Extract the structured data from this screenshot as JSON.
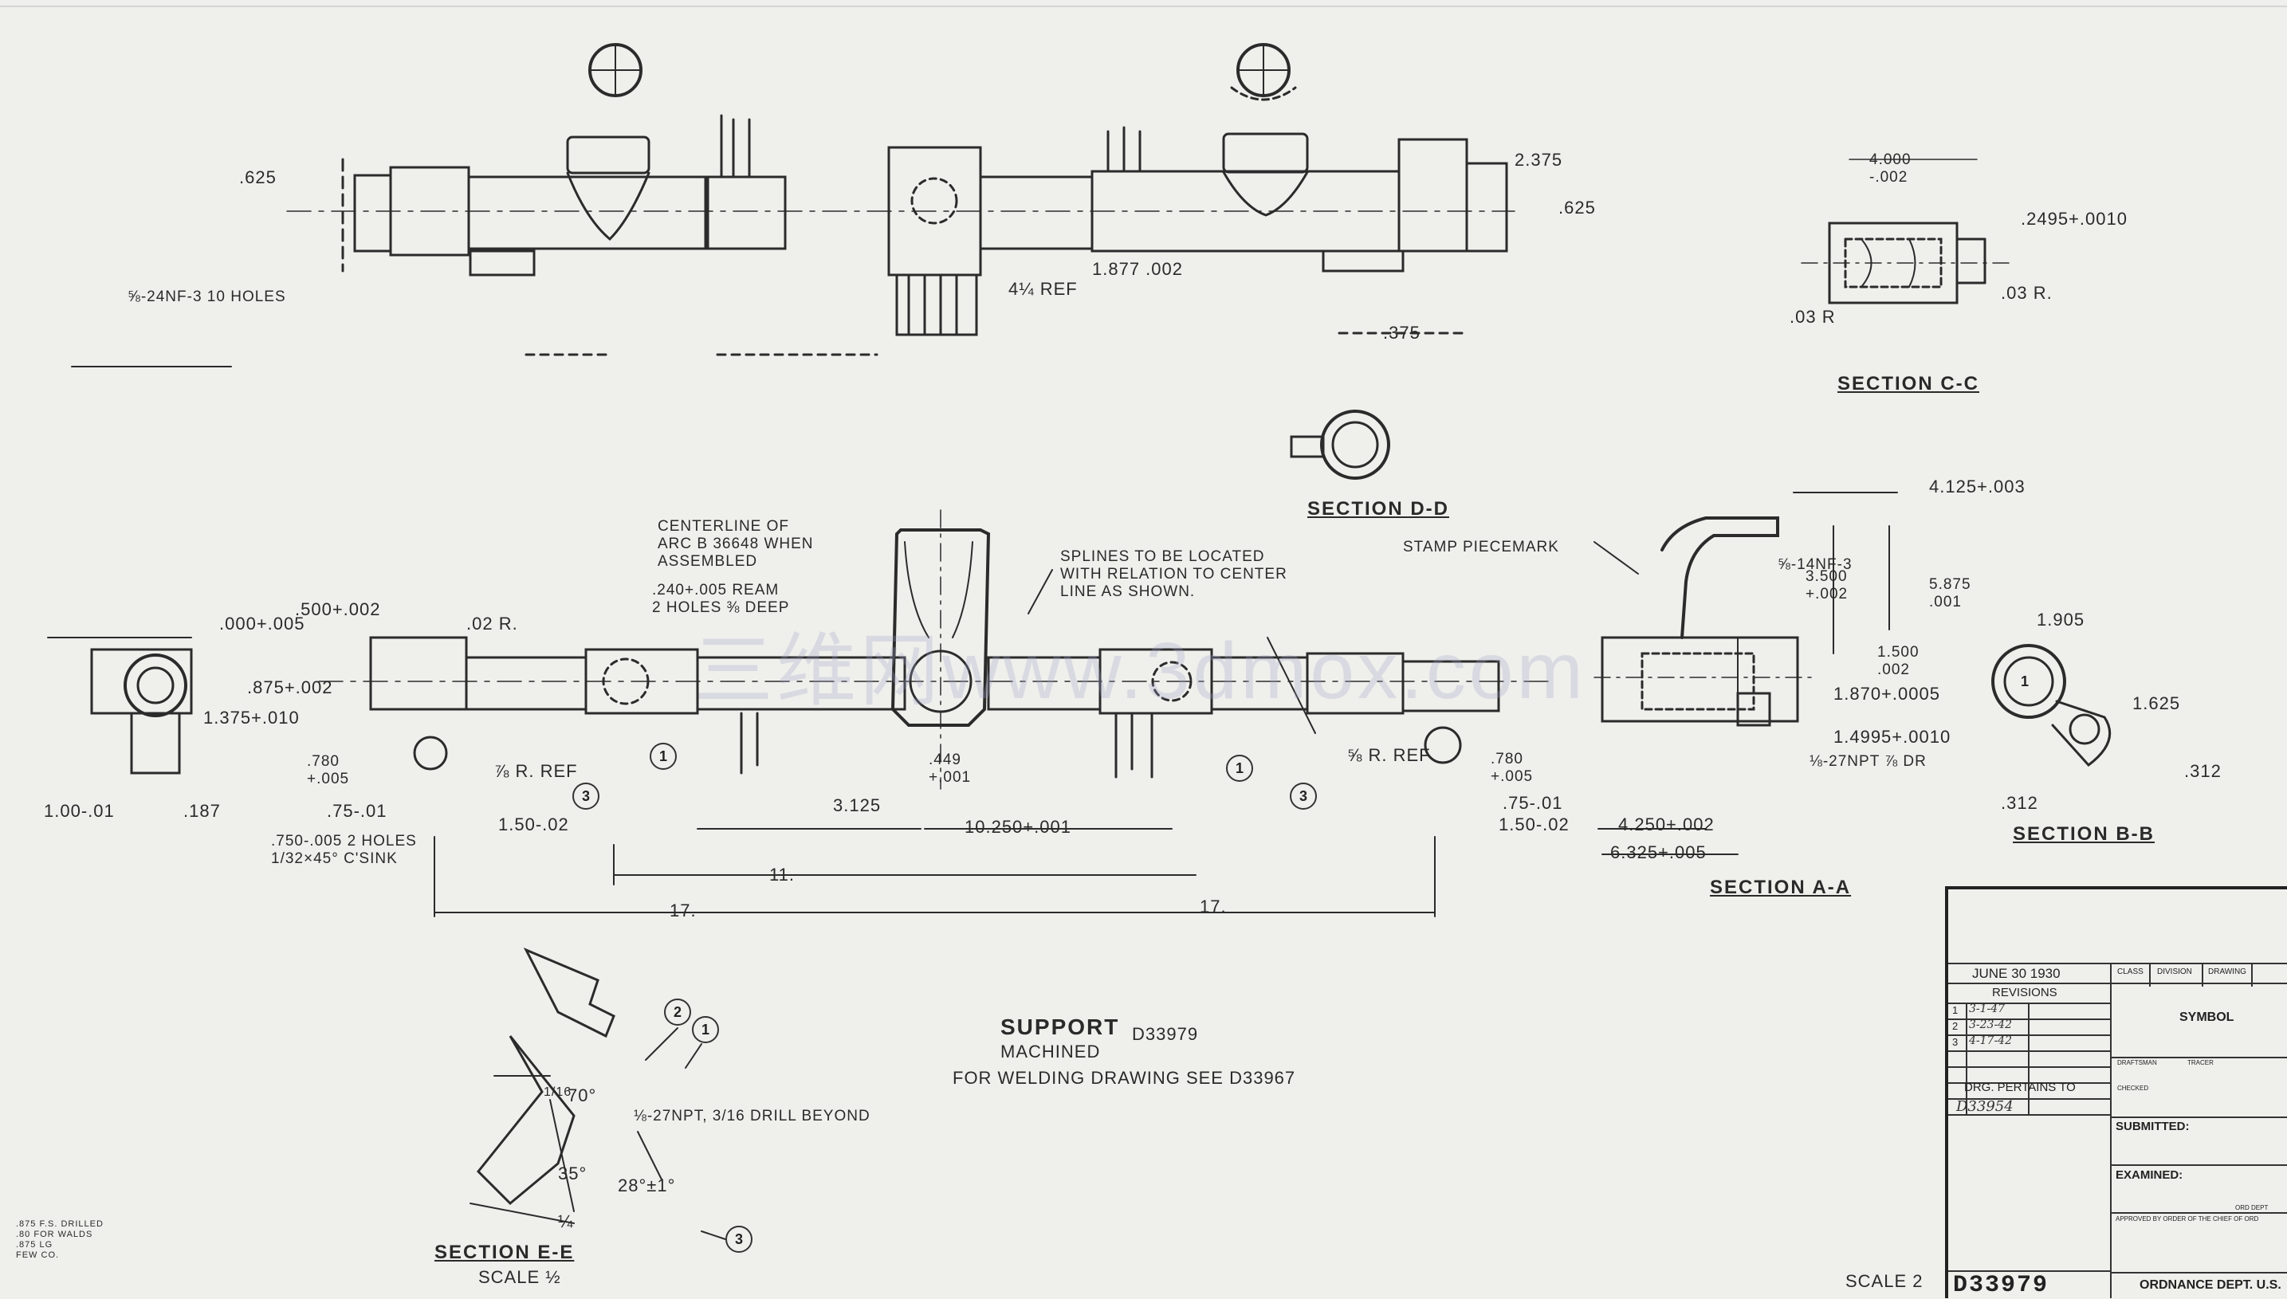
{
  "drawing_number": "D33979",
  "part_title": "SUPPORT",
  "part_subtitle": "MACHINED",
  "part_number_ref": "D33979",
  "welding_note": "FOR WELDING DRAWING SEE D33967",
  "watermark": "三维网www.3dmox.com",
  "scale_corner": "SCALE 2",
  "sections": {
    "cc": "SECTION C-C",
    "dd": "SECTION D-D",
    "aa": "SECTION A-A",
    "bb": "SECTION B-B",
    "ee": "SECTION E-E",
    "ee_scale": "SCALE ½"
  },
  "notes": {
    "holes_top": "⅝-24NF-3 10 HOLES",
    "centerline": "CENTERLINE OF\nARC B 36648 WHEN\nASSEMBLED",
    "ream": ".240+.005 REAM\n2 HOLES ⅜ DEEP",
    "splines": "SPLINES TO BE LOCATED\nWITH RELATION TO CENTER\nLINE AS SHOWN.",
    "stamp": "STAMP PIECEMARK",
    "holes_bottom": ".750-.005 2 HOLES\n1/32×45° C'SINK",
    "npt": "⅛-27NPT, 3/16 DRILL BEYOND",
    "nf14": "⅝-14NF-3",
    "nf27": "⅛-27NPT ⅞ DR",
    "small_left": ".875 F.S. DRILLED\n.80 FOR WALDS\n.875 LG\nFEW CO."
  },
  "dims": {
    "d625_l": ".625",
    "d625_r": ".625",
    "d2375": "2.375",
    "d1877": "1.877 .002",
    "d375": ".375",
    "d4000": "4.000\n-.002",
    "d2495": ".2495+.0010",
    "d03r_l": ".03 R",
    "d03r_r": ".03 R.",
    "d4125": "4.125+.003",
    "d3500": "3.500\n+.002",
    "d5875": "5.875\n.001",
    "d1500": "1.500\n.002",
    "d1870": "1.870+.0005",
    "d14995": "1.4995+.0010",
    "d1905": "1.905",
    "d1625": "1.625",
    "d312a": ".312",
    "d312b": ".312",
    "d3125": "3.125",
    "d449": ".449\n+.001",
    "d10250": "10.250+.001",
    "d11": "11.",
    "d17a": "17.",
    "d17b": "17.",
    "d150a": "1.50-.02",
    "d150b": "1.50-.02",
    "d75a": ".75-.01",
    "d75b": ".75-.01",
    "d780a": ".780\n+.005",
    "d780b": ".780\n+.005",
    "d100": "1.00-.01",
    "d187": ".187",
    "d1375": "1.375+.010",
    "d875": ".875+.002",
    "d500": ".500+.002",
    "d000": ".000+.005",
    "d02r": ".02 R.",
    "d4ref": "4¼ REF",
    "d25r": "⅞ R. REF",
    "d25r2": "⅝ R. REF",
    "d4250": "4.250+.002",
    "d6325": "6.325+.005",
    "d70": "70°",
    "d35": "35°",
    "d28": "28°±1°",
    "d116": "1/16",
    "d14": "¼"
  },
  "callouts": [
    "1",
    "2",
    "3"
  ],
  "title_block": {
    "date": "JUNE 30 1930",
    "revisions_label": "REVISIONS",
    "revisions": [
      {
        "no": "1",
        "date": "3-1-47"
      },
      {
        "no": "2",
        "date": "3-23-42"
      },
      {
        "no": "3",
        "date": "4-17-42"
      }
    ],
    "pertains_label": "DRG. PERTAINS TO",
    "pertains_value": "D33954",
    "class_label": "CLASS",
    "division_label": "DIVISION",
    "drawing_label": "DRAWING",
    "symbol_label": "SYMBOL",
    "draftsman_label": "DRAFTSMAN",
    "tracer_label": "TRACER",
    "checked_label": "CHECKED",
    "submitted_label": "SUBMITTED:",
    "examined_label": "EXAMINED:",
    "approved_label": "APPROVED BY ORDER OF THE CHIEF OF ORD",
    "ord_dept_label": "ORD DEPT",
    "ordnance": "ORDNANCE DEPT. U.S."
  }
}
